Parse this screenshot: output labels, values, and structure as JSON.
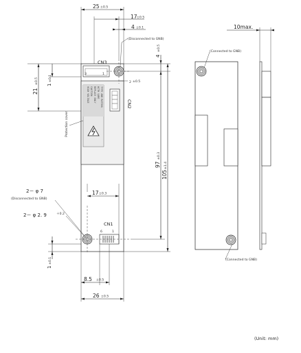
{
  "dims": {
    "width_top": "25",
    "tol_05": "±0.5",
    "offset_17_top": "17",
    "hole_dia_4": "4",
    "tol_01": "±0.1",
    "right_top_4": "4",
    "height_21": "21",
    "left_1": "1",
    "height_97": "97",
    "tol_03": "±0.3",
    "height_105": "105",
    "tol_14": "±1.4",
    "cn2_2": "2",
    "spacing_17_bottom": "17",
    "spacing_8_5": "8.5",
    "width_26": "26",
    "bottom_1": "1",
    "depth_10": "10max."
  },
  "labels": {
    "phi7": "2－ φ 7",
    "phi29": "2－ φ 2. 9",
    "phi29_tol": "＋0.2",
    "disc_gnd_top": "(Disconnected to GNB)",
    "disc_gnd_left": "(Disconnected to GNB)",
    "conn_gnd_right": "(Connected to GNB)",
    "conn_gnd_bottom": "(Connected to GNB)",
    "protection_cover": "Protection cover",
    "cn1": "CN1",
    "cn2": "CN2",
    "cn3": "CN3",
    "pin6": "6",
    "pin1": "1",
    "pin3": "3",
    "pin1_cn3": "1",
    "unit": "(Unit: mm)",
    "label_text": [
      "HIGH VOLTAGE",
      "CAUTION",
      "REPLACE ONLY",
      "WITH SAME",
      "TYPE AND RATING"
    ]
  }
}
